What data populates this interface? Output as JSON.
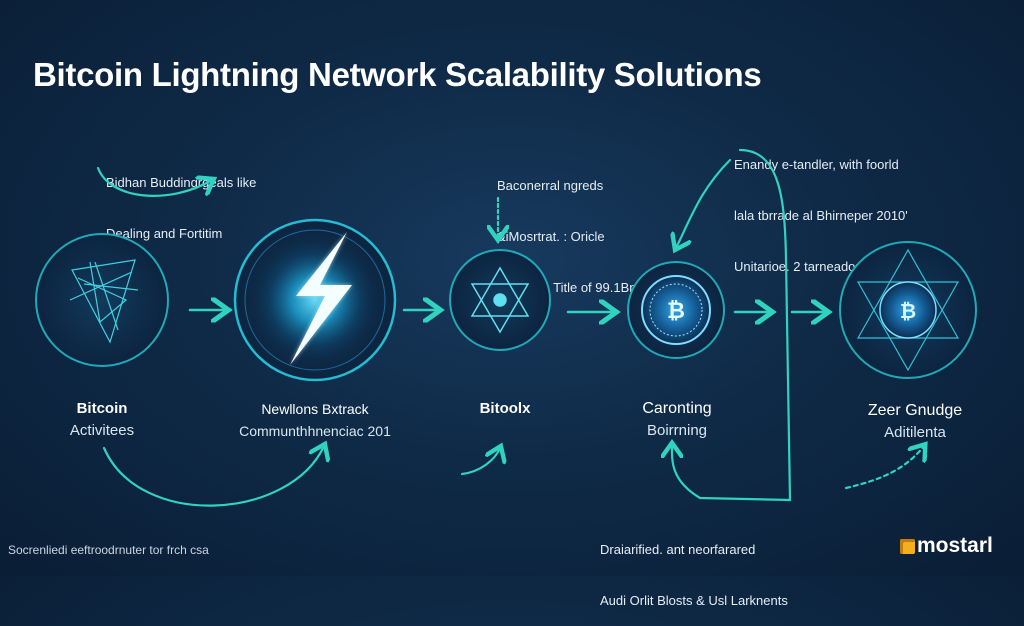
{
  "title": "Bitcoin Lightning Network Scalability Solutions",
  "notes": {
    "top_left": [
      "Bidhan Buddingrgeals like",
      "Dealing and Fortitim"
    ],
    "top_middle": [
      "Baconerral ngreds",
      "&iMosrtrat. : Oricle",
      "Carktuga Title of 99.1Bna"
    ],
    "top_right": [
      "Enandy e-tandler, with foorld",
      "lala tbrrade al Bhirneper 2010'",
      "Unitarioe. 2 tarneador 2061"
    ],
    "bottom": [
      "Draiarified. ant neorfarared",
      "Audi Orlit Blosts & Usl Larknents"
    ]
  },
  "nodes": [
    {
      "title": "Bitcoin",
      "subtitle": "Activitees",
      "icon": "geometric-triangle-icon"
    },
    {
      "title": "Newllons Bxtrack",
      "subtitle": "Communthhnenciac 201",
      "icon": "lightning-bolt-icon"
    },
    {
      "title": "Bitoolx",
      "subtitle": "",
      "icon": "star-of-david-icon"
    },
    {
      "title": "Caronting",
      "subtitle": "Boirrning",
      "icon": "bitcoin-coin-icon"
    },
    {
      "title": "Zeer Gnudge",
      "subtitle": "Aditilenta",
      "icon": "hexagram-coin-icon"
    }
  ],
  "footer": "Socrenliedi eeftroodrnuter tor frch csa",
  "brand": "mostarl",
  "colors": {
    "background": "#0f2a47",
    "accent": "#2fd3c0",
    "glow": "#38c6ff",
    "circle_stroke": "#1fa9b8"
  }
}
